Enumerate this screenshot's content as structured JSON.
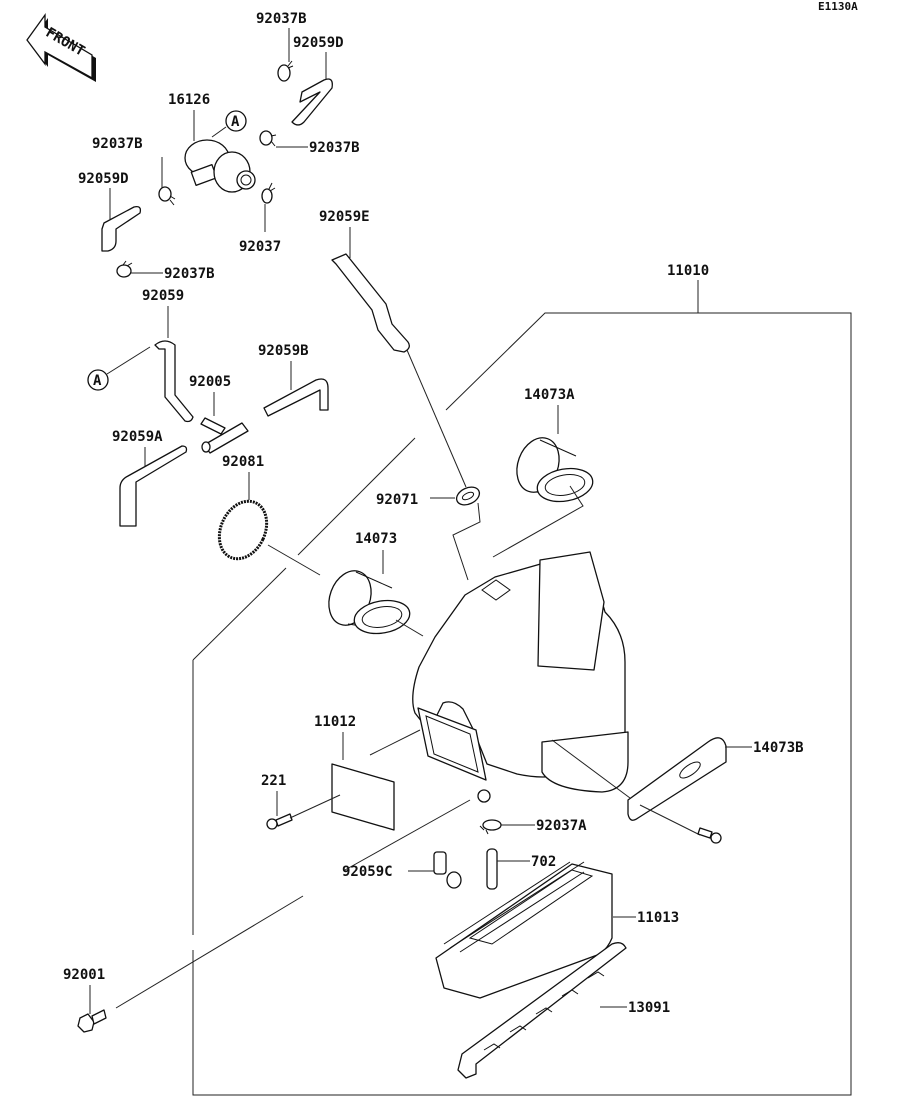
{
  "diagram": {
    "code": "E1130A",
    "front_label": "FRONT",
    "ref_marker": "A",
    "parts": {
      "p92037B_top": "92037B",
      "p92059D_top": "92059D",
      "p16126": "16126",
      "p92037B_left": "92037B",
      "p92037B_right": "92037B",
      "p92059D_left": "92059D",
      "p92037": "92037",
      "p92059E": "92059E",
      "p92037B_bottom": "92037B",
      "p92059": "92059",
      "p11010": "11010",
      "p92059B": "92059B",
      "p92005": "92005",
      "p14073A": "14073A",
      "p92059A": "92059A",
      "p92081": "92081",
      "p92071": "92071",
      "p14073": "14073",
      "p11012": "11012",
      "p14073B": "14073B",
      "p221": "221",
      "p92037A": "92037A",
      "p92059C": "92059C",
      "p702": "702",
      "p11013": "11013",
      "p92001": "92001",
      "p13091": "13091"
    }
  }
}
